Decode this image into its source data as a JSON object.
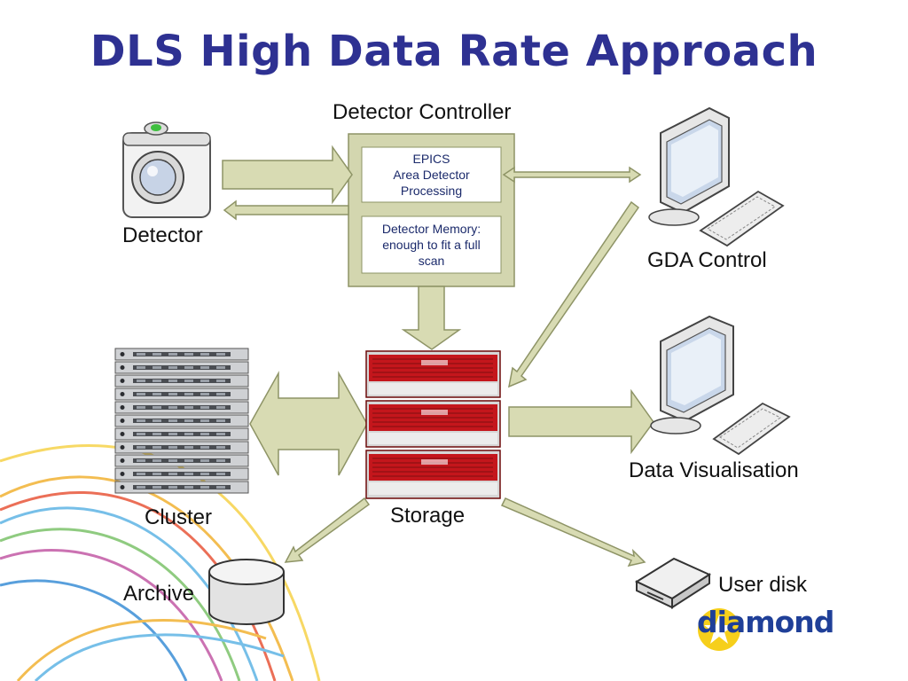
{
  "title": "DLS High Data Rate Approach",
  "labels": {
    "detector_controller": "Detector Controller",
    "detector": "Detector",
    "gda_control": "GDA Control",
    "cluster": "Cluster",
    "storage": "Storage",
    "data_visualisation": "Data Visualisation",
    "archive": "Archive",
    "user_disk": "User disk"
  },
  "boxes": {
    "epics": [
      "EPICS",
      "Area Detector",
      "Processing"
    ],
    "memory": [
      "Detector Memory:",
      "enough to fit a full",
      "scan"
    ]
  },
  "logo": {
    "text": "diamond"
  },
  "colors": {
    "title": "#2e3192",
    "arrow_fill": "#d8dbb3",
    "arrow_stroke": "#8e9466",
    "controller_fill": "#d3d6af",
    "storage_red": "#c4161c",
    "logo_blue": "#1f3f98",
    "logo_yellow": "#f6cf1b"
  }
}
